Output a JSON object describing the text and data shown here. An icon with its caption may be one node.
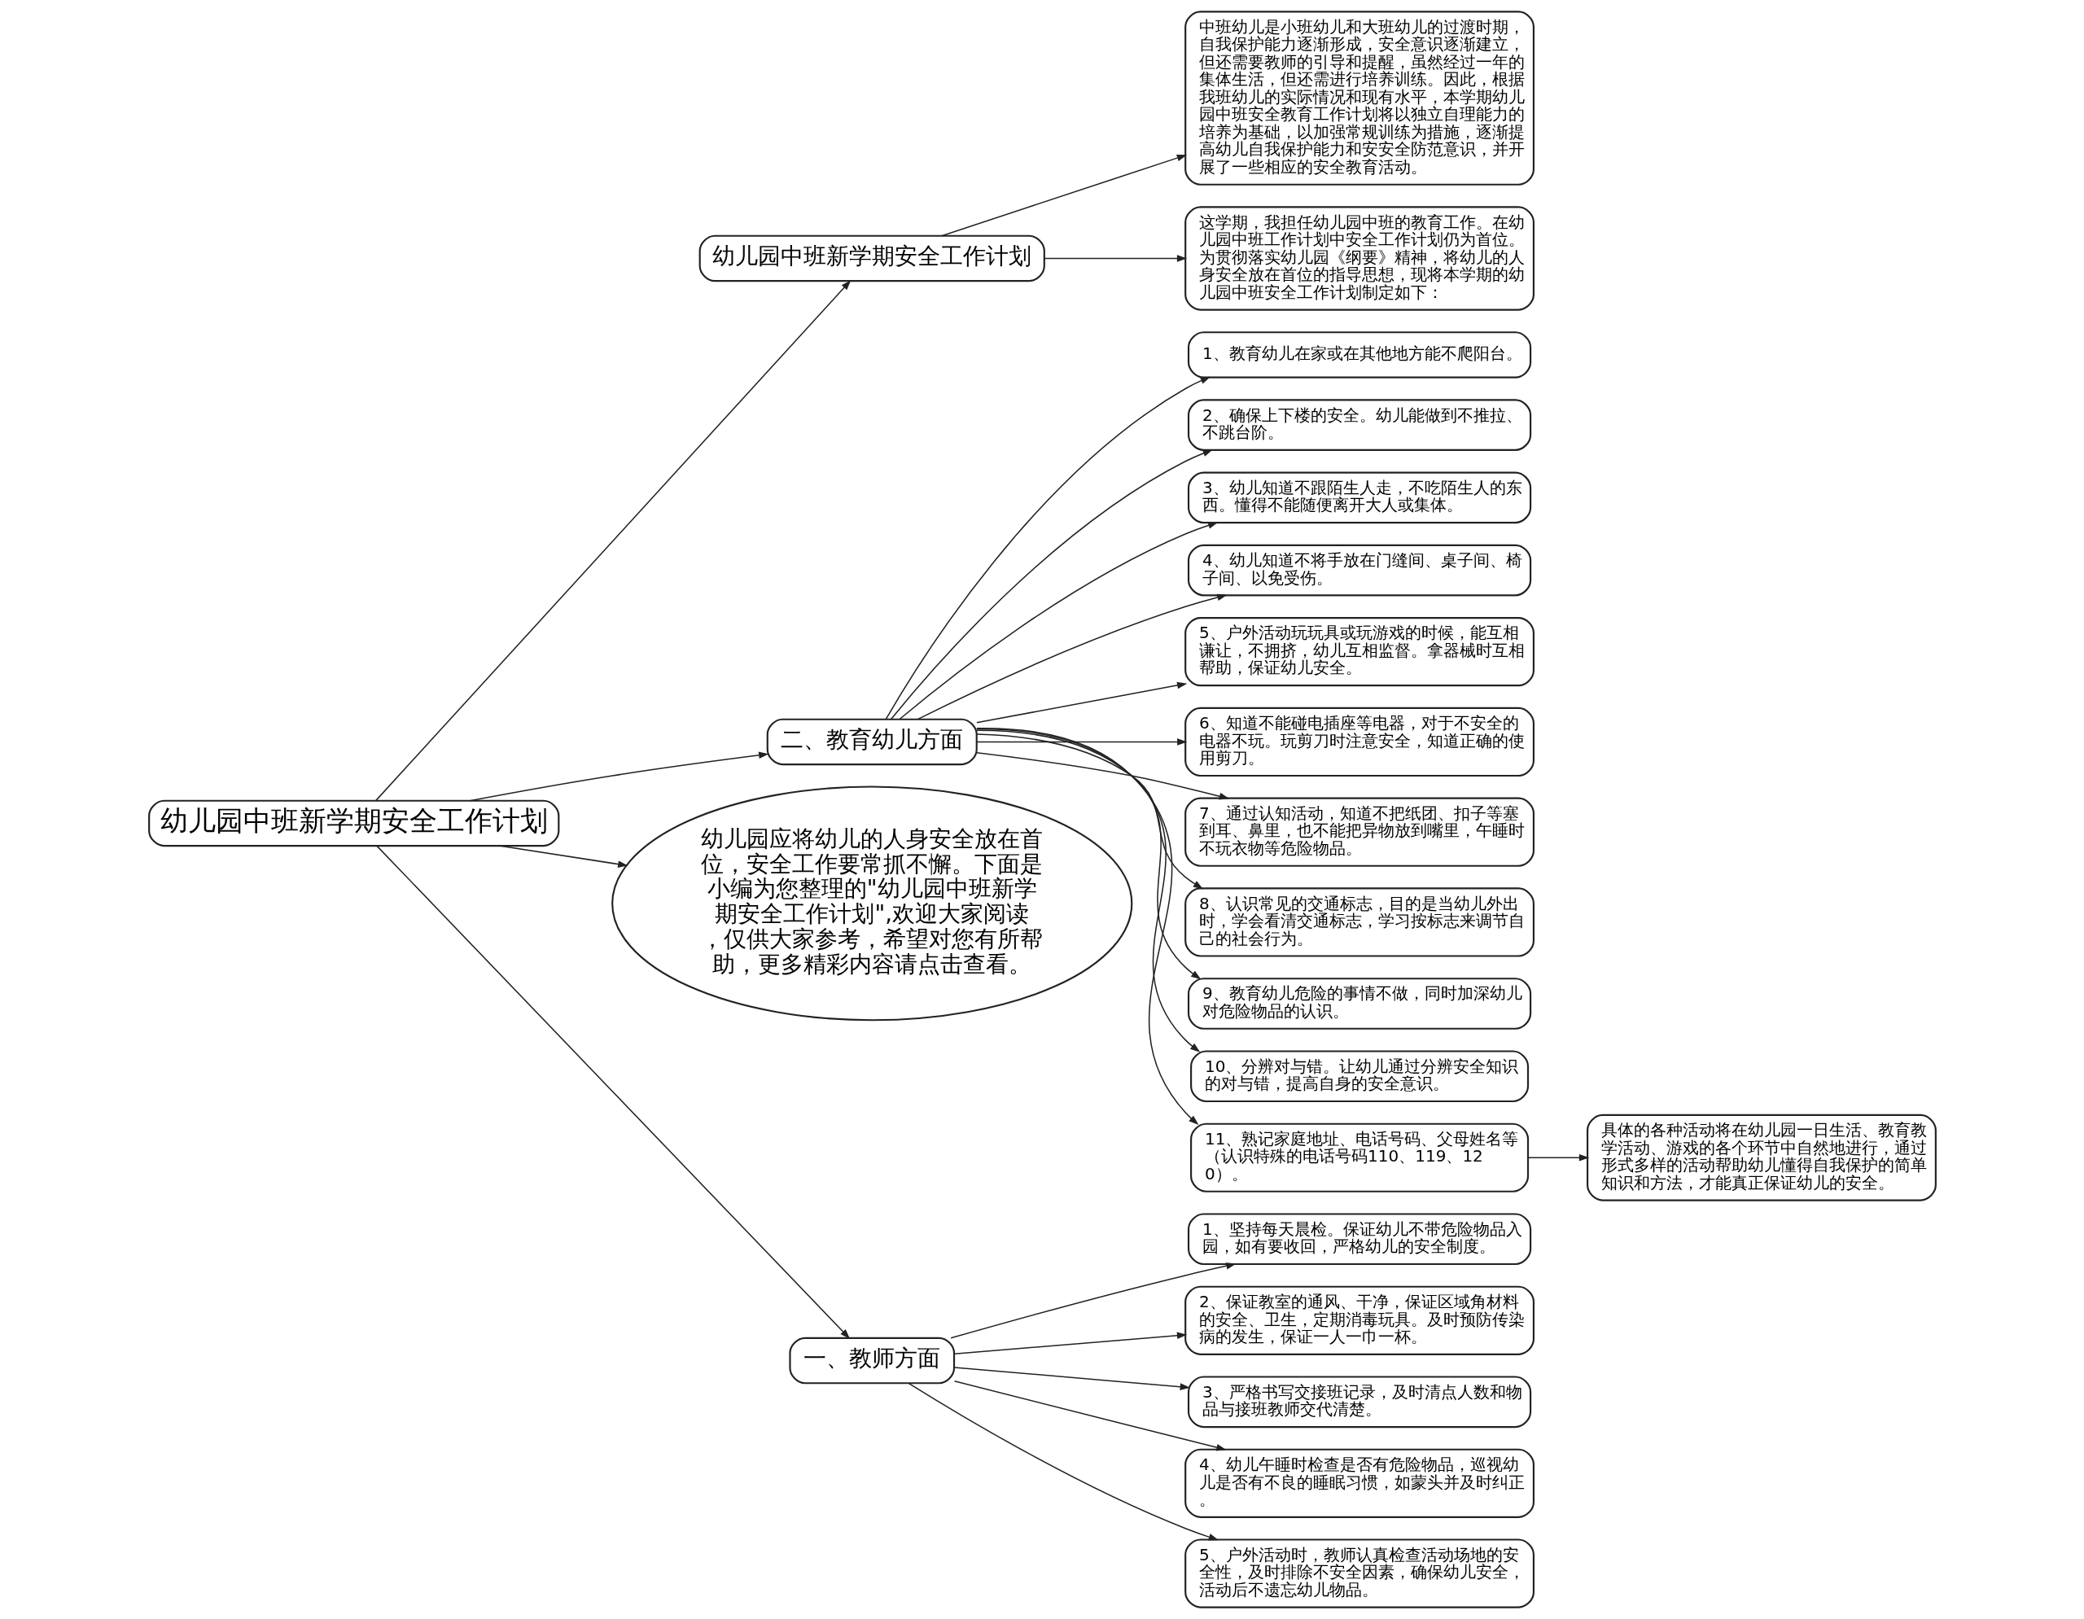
{
  "diagram": {
    "nodes": [
      {
        "text": [
          "幼儿园中班新学期安全工作计划"
        ]
      },
      {
        "text": [
          "幼儿园中班新学期安全工作计划"
        ]
      },
      {
        "text": [
          "中班幼儿是小班幼儿和大班幼儿的过渡时期，自我保护能力逐渐形成，安全意识逐渐建立，但还需要教师的引导和提醒，虽然经过一年的集体生活，但还需进行培养训练。因此，根据我班幼儿的实际情况和现有水平，本学期幼儿园中班安全教育工作计划将以独立自理能力的培养为基础，以加强常规训练为措施，逐渐提高幼儿自我保护能力和安安全防范意识，并开展了一些相应的安全教育活动。"
        ]
      },
      {
        "text": [
          "这学期，我担任幼儿园中班的教育工作。在幼儿园中班工作计划中安全工作计划仍为首位。为贯彻落实幼儿园《纲要》精神，将幼儿的人身安全放在首位的指导思想，现将本学期的幼儿园中班安全工作计划制定如下："
        ]
      },
      {
        "text": [
          "二、教育幼儿方面"
        ]
      },
      {
        "text": [
          "1、教育幼儿在家或在其他地方能不爬阳台。"
        ]
      },
      {
        "text": [
          "2、确保上下楼的安全。幼儿能做到不推拉、不跳台阶。"
        ]
      },
      {
        "text": [
          "3、幼儿知道不跟陌生人走，不吃陌生人的东西。懂得不能随便离开大人或集体。"
        ]
      },
      {
        "text": [
          "4、幼儿知道不将手放在门缝间、桌子间、椅子间、以免受伤。"
        ]
      },
      {
        "text": [
          "5、户外活动玩玩具或玩游戏的时候，能互相谦让，不拥挤，幼儿互相监督。拿器械时互相帮助，保证幼儿安全。"
        ]
      },
      {
        "text": [
          "6、知道不能碰电插座等电器，对于不安全的电器不玩。玩剪刀时注意安全，知道正确的使用剪刀。"
        ]
      },
      {
        "text": [
          "7、通过认知活动，知道不把纸团、扣子等塞到耳、鼻里，也不能把异物放到嘴里，午睡时不玩衣物等危险物品。"
        ]
      },
      {
        "text": [
          "8、认识常见的交通标志，目的是当幼儿外出时，学会看清交通标志，学习按标志来调节自己的社会行为。"
        ]
      },
      {
        "text": [
          "9、教育幼儿危险的事情不做，同时加深幼儿对危险物品的认识。"
        ]
      },
      {
        "text": [
          "10、分辨对与错。让幼儿通过分辨安全知识的对与错，提高自身的安全意识。"
        ]
      },
      {
        "text": [
          "11、熟记家庭地址、电话号码、父母姓名等（认识特殊的电话号码110、119、120）。"
        ]
      },
      {
        "text": [
          "具体的各种活动将在幼儿园一日生活、教育教学活动、游戏的各个环节中自然地进行，通过形式多样的活动帮助幼儿懂得自我保护的简单知识和方法，才能真正保证幼儿的安全。"
        ]
      },
      {
        "text": [
          "幼儿园应将幼儿的人身安全放在首位，安全工作要常抓不懈。下面是小编为您整理的\"幼儿园中班新学期安全工作计划\",欢迎大家阅读，仅供大家参考，希望对您有所帮助，更多精彩内容请点击查看。"
        ]
      },
      {
        "text": [
          "一、教师方面"
        ]
      },
      {
        "text": [
          "1、坚持每天晨检。保证幼儿不带危险物品入园，如有要收回，严格幼儿的安全制度。"
        ]
      },
      {
        "text": [
          "2、保证教室的通风、干净，保证区域角材料的安全、卫生，定期消毒玩具。及时预防传染病的发生，保证一人一巾一杯。"
        ]
      },
      {
        "text": [
          "3、严格书写交接班记录，及时清点人数和物品与接班教师交代清楚。"
        ]
      },
      {
        "text": [
          "4、幼儿午睡时检查是否有危险物品，巡视幼儿是否有不良的睡眠习惯，如蒙头并及时纠正。"
        ]
      },
      {
        "text": [
          "5、户外活动时，教师认真检查活动场地的安全性，及时排除不安全因素，确保幼儿安全，活动后不遗忘幼儿物品。"
        ]
      }
    ],
    "edges": [
      {
        "from": 0,
        "to": 1,
        "arrow": "to"
      },
      {
        "from": 1,
        "to": 2,
        "arrow": "to"
      },
      {
        "from": 1,
        "to": 3,
        "arrow": "to"
      },
      {
        "from": 0,
        "to": 4,
        "arrow": "to"
      },
      {
        "from": 4,
        "to": 5,
        "arrow": "to"
      },
      {
        "from": 4,
        "to": 6,
        "arrow": "to"
      },
      {
        "from": 4,
        "to": 7,
        "arrow": "to"
      },
      {
        "from": 4,
        "to": 8,
        "arrow": "to"
      },
      {
        "from": 4,
        "to": 9,
        "arrow": "to"
      },
      {
        "from": 4,
        "to": 10,
        "arrow": "to"
      },
      {
        "from": 4,
        "to": 11,
        "arrow": "to"
      },
      {
        "from": 4,
        "to": 12,
        "arrow": "to"
      },
      {
        "from": 4,
        "to": 13,
        "arrow": "to"
      },
      {
        "from": 4,
        "to": 14,
        "arrow": "to"
      },
      {
        "from": 4,
        "to": 15,
        "arrow": "to"
      },
      {
        "from": 15,
        "to": 16,
        "arrow": "to"
      },
      {
        "from": 0,
        "to": 17,
        "arrow": "to"
      },
      {
        "from": 0,
        "to": 18,
        "arrow": "to"
      },
      {
        "from": 18,
        "to": 19,
        "arrow": "to"
      },
      {
        "from": 18,
        "to": 20,
        "arrow": "to"
      },
      {
        "from": 18,
        "to": 21,
        "arrow": "to"
      },
      {
        "from": 18,
        "to": 22,
        "arrow": "to"
      },
      {
        "from": 18,
        "to": 23,
        "arrow": "to"
      }
    ]
  }
}
